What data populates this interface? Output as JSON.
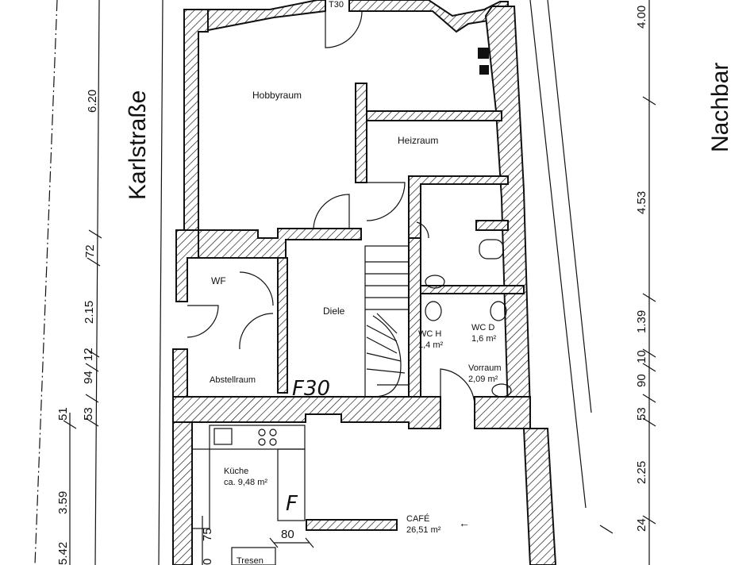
{
  "streets": {
    "left": "Karlstraße",
    "right": "Nachbar"
  },
  "rooms": {
    "hobby": "Hobbyraum",
    "heiz": "Heizraum",
    "wf": "WF",
    "diele": "Diele",
    "abstell": "Abstellraum",
    "wch_name": "WC H",
    "wch_area": "1,4 m²",
    "wcd_name": "WC D",
    "wcd_area": "1,6 m²",
    "vorraum_name": "Vorraum",
    "vorraum_area": "2,09 m²",
    "kueche_name": "Küche",
    "kueche_area": "ca. 9,48 m²",
    "cafe_name": "CAFÉ",
    "cafe_area": "26,51 m²",
    "tresen": "Tresen"
  },
  "doors": {
    "t30": "T30",
    "f30": "F30"
  },
  "dims_left_a": [
    "6.20",
    "72",
    "2.15",
    "12",
    "94",
    "51",
    "53",
    "3.59",
    "5.42"
  ],
  "dims_right": [
    "4.00",
    "4.53",
    "1.39",
    "10",
    "90",
    "53",
    "2.25",
    "24"
  ],
  "dims_interior": [
    "75",
    "80",
    "0"
  ]
}
